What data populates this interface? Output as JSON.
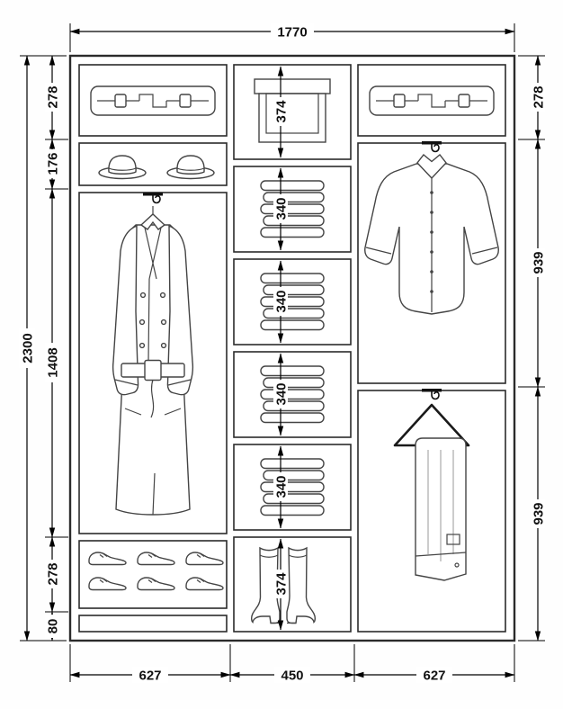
{
  "diagram": {
    "overall": {
      "width": "1770",
      "height": "2300"
    },
    "left_column": {
      "segments": [
        "278",
        "176",
        "1408",
        "278",
        "80"
      ]
    },
    "middle_column": {
      "segments": [
        "374",
        "340",
        "340",
        "340",
        "340",
        "374"
      ]
    },
    "right_column": {
      "segments": [
        "278",
        "939",
        "939"
      ]
    },
    "bottom": {
      "segments": [
        "627",
        "450",
        "627"
      ]
    },
    "icons": [
      "suitcase-icon",
      "hat-icon",
      "coat-icon",
      "shoes-icon",
      "folded-clothes-icon",
      "storage-box-icon",
      "boots-icon",
      "shirt-icon",
      "trousers-icon",
      "hanger-hook-icon"
    ]
  }
}
